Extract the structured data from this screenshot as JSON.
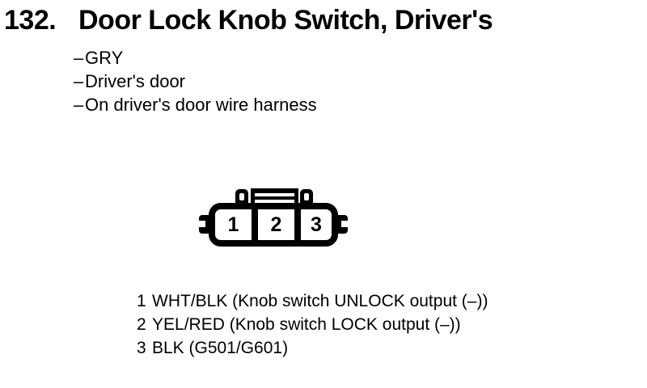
{
  "page": {
    "background_color": "#ffffff",
    "text_color": "#000000"
  },
  "header": {
    "number": "132.",
    "title": "Door Lock Knob Switch, Driver's"
  },
  "details": {
    "items": [
      {
        "dash": "–",
        "label": "GRY"
      },
      {
        "dash": "–",
        "label": "Driver's door"
      },
      {
        "dash": "–",
        "label": "On driver's door wire harness"
      }
    ]
  },
  "connector": {
    "pins": [
      "1",
      "2",
      "3"
    ]
  },
  "pinout": {
    "rows": [
      {
        "pin": "1",
        "description": "WHT/BLK (Knob switch UNLOCK output (–))"
      },
      {
        "pin": "2",
        "description": "YEL/RED (Knob switch LOCK output (–))"
      },
      {
        "pin": "3",
        "description": "BLK (G501/G601)"
      }
    ]
  }
}
